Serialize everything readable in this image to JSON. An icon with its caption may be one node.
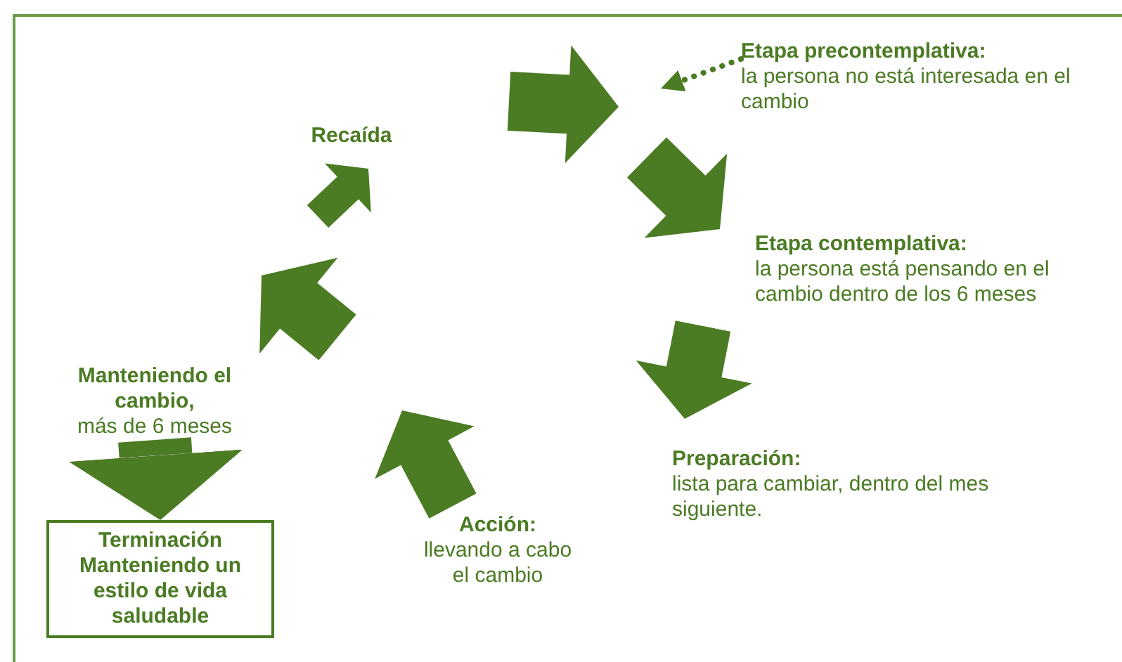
{
  "diagram": {
    "nodes": [
      {
        "text": [
          "Etapa precontemplativa:",
          "la persona no está interesada en el cambio"
        ]
      },
      {
        "text": [
          "Etapa contemplativa:",
          "la persona está pensando en el cambio dentro de los 6 meses"
        ]
      },
      {
        "text": [
          "Preparación:",
          "lista para cambiar, dentro del mes siguiente."
        ]
      },
      {
        "text": [
          "Acción:",
          "llevando a cabo el cambio"
        ]
      },
      {
        "text": [
          "Manteniendo el cambio,",
          "más de 6 meses"
        ]
      },
      {
        "text": [
          "Recaída"
        ]
      },
      {
        "text": [
          "Terminación",
          "Manteniendo un estilo de vida saludable"
        ]
      }
    ],
    "edges": [
      {
        "from": 4,
        "to": 6,
        "arrow": "to",
        "style": "thick"
      },
      {
        "from": 0,
        "to": null,
        "arrow": "to",
        "style": "dashed"
      }
    ]
  }
}
